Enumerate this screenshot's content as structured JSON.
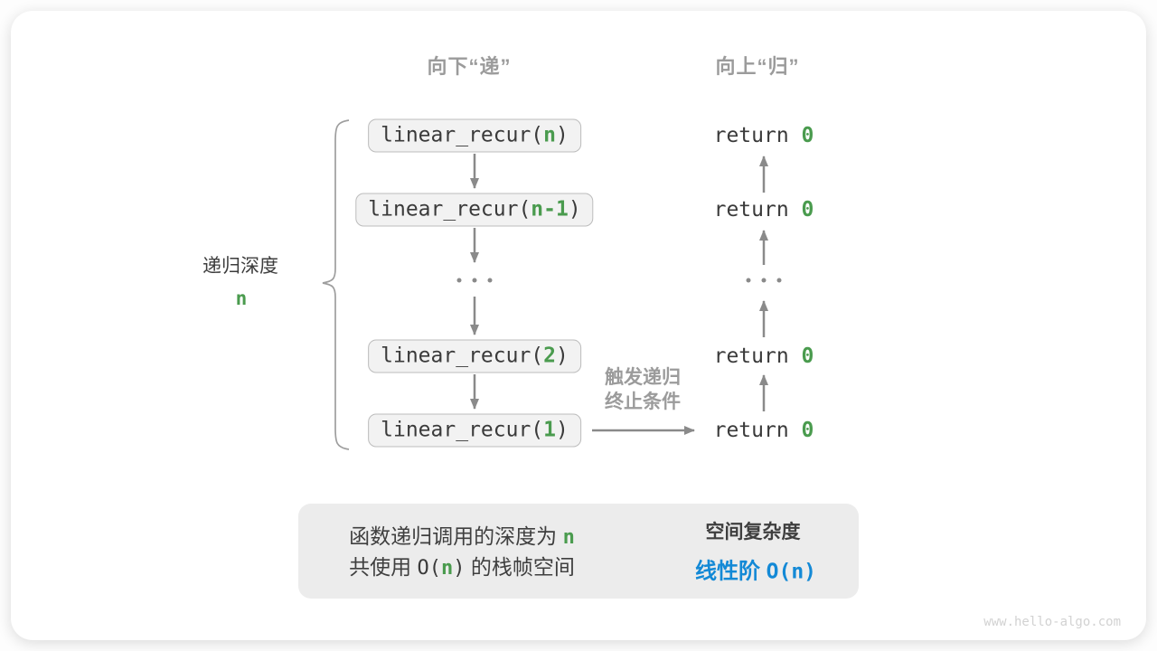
{
  "diagram": {
    "header_down": "向下“递”",
    "header_up": "向上“归”",
    "depth_label": "递归深度",
    "depth_value": "n",
    "calls": [
      {
        "prefix": "linear_recur(",
        "arg": "n",
        "suffix": ")"
      },
      {
        "prefix": "linear_recur(",
        "arg": "n-1",
        "suffix": ")"
      },
      {
        "prefix": "linear_recur(",
        "arg": "2",
        "suffix": ")"
      },
      {
        "prefix": "linear_recur(",
        "arg": "1",
        "suffix": ")"
      }
    ],
    "returns": [
      {
        "prefix": "return ",
        "value": "0"
      },
      {
        "prefix": "return ",
        "value": "0"
      },
      {
        "prefix": "return ",
        "value": "0"
      },
      {
        "prefix": "return ",
        "value": "0"
      }
    ],
    "ellipsis": "...",
    "terminate_line1": "触发递归",
    "terminate_line2": "终止条件"
  },
  "summary": {
    "line1_text": "函数递归调用的深度为 ",
    "line1_value": "n",
    "line2_pre": "共使用 ",
    "line2_code_open": "O(",
    "line2_value": "n",
    "line2_code_close": ")",
    "line2_post": " 的栈帧空间",
    "result_title": "空间复杂度",
    "result_text": "线性阶 ",
    "result_code": "O(n)"
  },
  "footer": {
    "watermark": "www.hello-algo.com"
  },
  "colors": {
    "green": "#4a9b4e",
    "blue": "#1389d6",
    "gray_label": "#9b9b9b",
    "arrow": "#8a8a8a",
    "box_fill": "#f2f2f2",
    "box_border": "#bcbcbc",
    "summary_fill": "#ececec"
  }
}
